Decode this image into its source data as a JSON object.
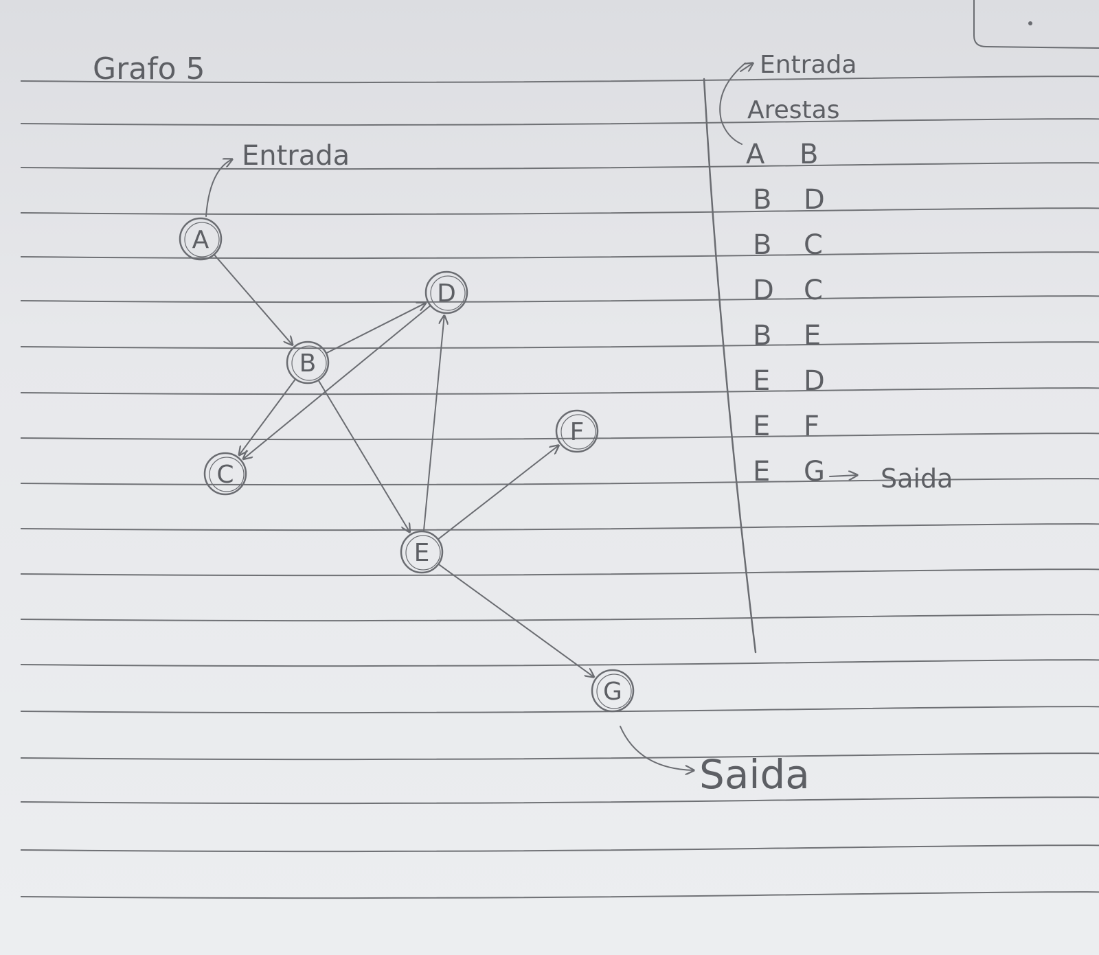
{
  "page_title": "Grafo 5",
  "graph": {
    "entry_label": "Entrada",
    "exit_label": "Saida",
    "nodes": [
      {
        "id": "A",
        "label": "A"
      },
      {
        "id": "B",
        "label": "B"
      },
      {
        "id": "C",
        "label": "C"
      },
      {
        "id": "D",
        "label": "D"
      },
      {
        "id": "E",
        "label": "E"
      },
      {
        "id": "F",
        "label": "F"
      },
      {
        "id": "G",
        "label": "G"
      }
    ],
    "edges": [
      {
        "from": "A",
        "to": "B"
      },
      {
        "from": "B",
        "to": "D"
      },
      {
        "from": "B",
        "to": "C"
      },
      {
        "from": "D",
        "to": "C"
      },
      {
        "from": "B",
        "to": "E"
      },
      {
        "from": "E",
        "to": "D"
      },
      {
        "from": "E",
        "to": "F"
      },
      {
        "from": "E",
        "to": "G"
      }
    ]
  },
  "edge_list": {
    "entry_label": "Entrada",
    "heading": "Arestas",
    "rows": [
      {
        "from": "A",
        "to": "B"
      },
      {
        "from": "B",
        "to": "D"
      },
      {
        "from": "B",
        "to": "C"
      },
      {
        "from": "D",
        "to": "C"
      },
      {
        "from": "B",
        "to": "E"
      },
      {
        "from": "E",
        "to": "D"
      },
      {
        "from": "E",
        "to": "F"
      },
      {
        "from": "E",
        "to": "G"
      }
    ],
    "exit_label": "Saida"
  },
  "colors": {
    "paper": "#e6e7ea",
    "rule_line": "#6f7175",
    "pencil": "#5d5f64"
  }
}
